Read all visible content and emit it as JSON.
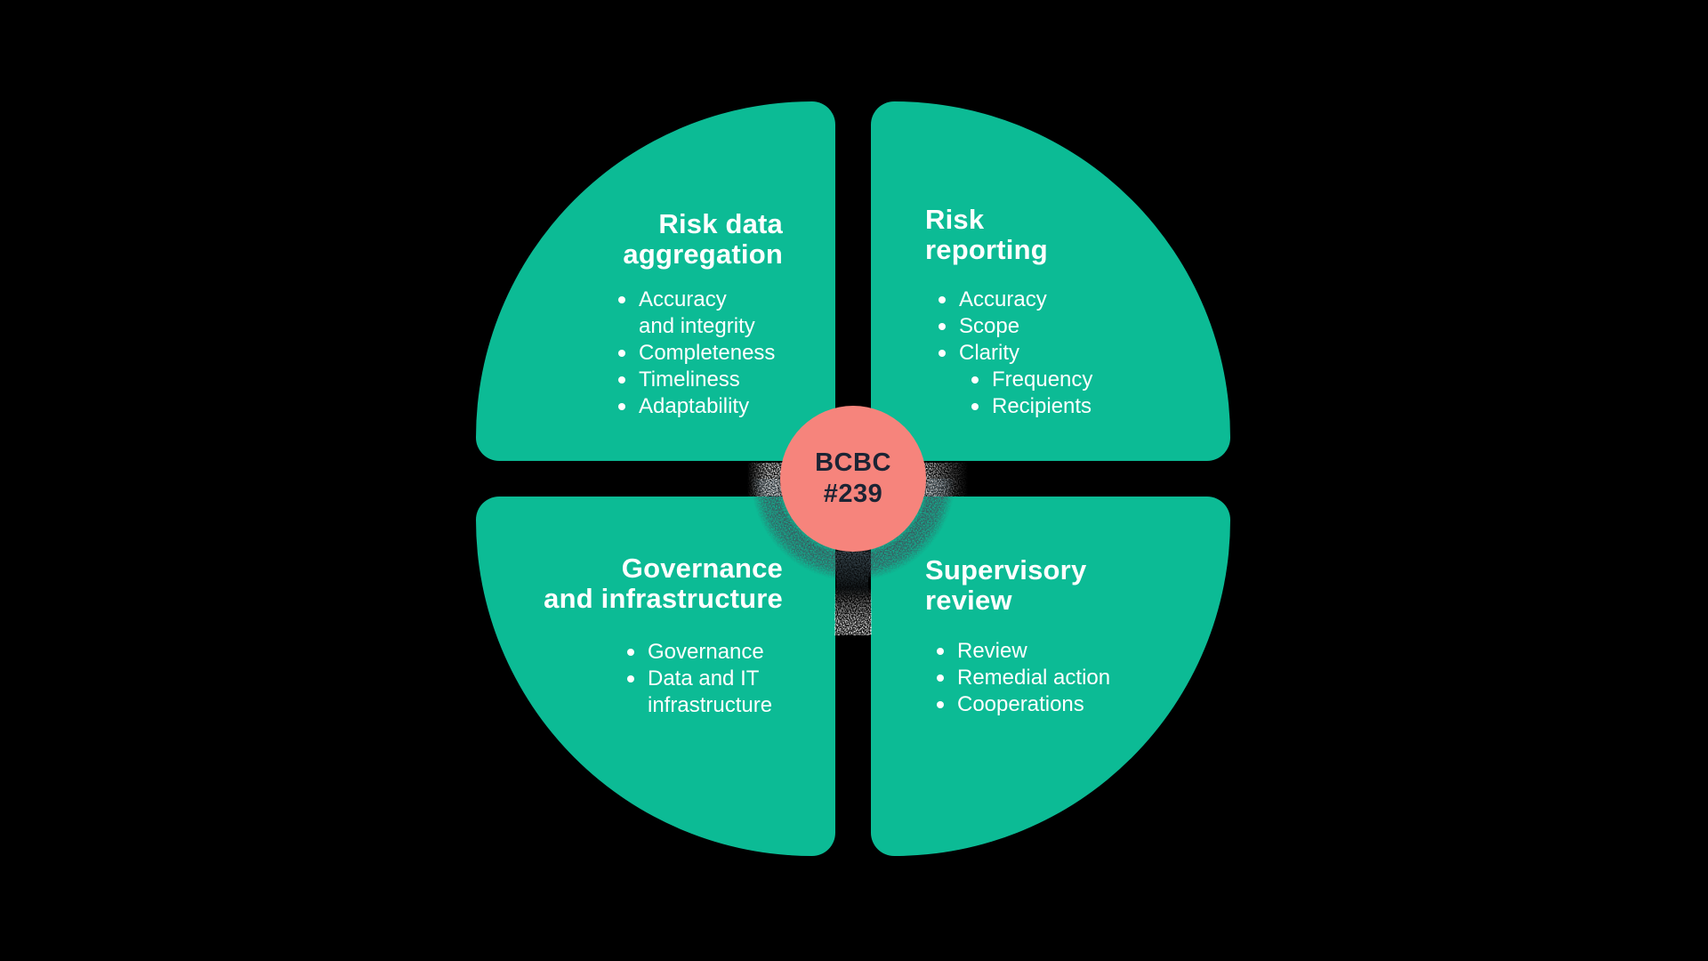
{
  "colors": {
    "background": "#000000",
    "teal": "#0CBB95",
    "salmon": "#F6847C",
    "navy": "#1C2434",
    "white": "#FFFFFF"
  },
  "center_badge": {
    "line1": "BCBC",
    "line2": "#239"
  },
  "quadrants": [
    {
      "name": "risk-data-aggregation",
      "title_lines": [
        "Risk data",
        "aggregation"
      ],
      "bullets": [
        {
          "text": "Accuracy\nand integrity"
        },
        {
          "text": "Completeness"
        },
        {
          "text": "Timeliness"
        },
        {
          "text": "Adaptability"
        }
      ]
    },
    {
      "name": "risk-reporting",
      "title_lines": [
        "Risk",
        "reporting"
      ],
      "bullets": [
        {
          "text": "Accuracy"
        },
        {
          "text": "Scope"
        },
        {
          "text": "Clarity"
        },
        {
          "text": "Frequency",
          "sub": true
        },
        {
          "text": "Recipients",
          "sub": true
        }
      ]
    },
    {
      "name": "governance-and-infrastructure",
      "title_lines": [
        "Governance",
        "and infrastructure"
      ],
      "bullets": [
        {
          "text": "Governance"
        },
        {
          "text": "Data and IT\ninfrastructure"
        }
      ]
    },
    {
      "name": "supervisory-review",
      "title_lines": [
        "Supervisory",
        "review"
      ],
      "bullets": [
        {
          "text": "Review"
        },
        {
          "text": "Remedial action"
        },
        {
          "text": "Cooperations"
        }
      ]
    }
  ]
}
